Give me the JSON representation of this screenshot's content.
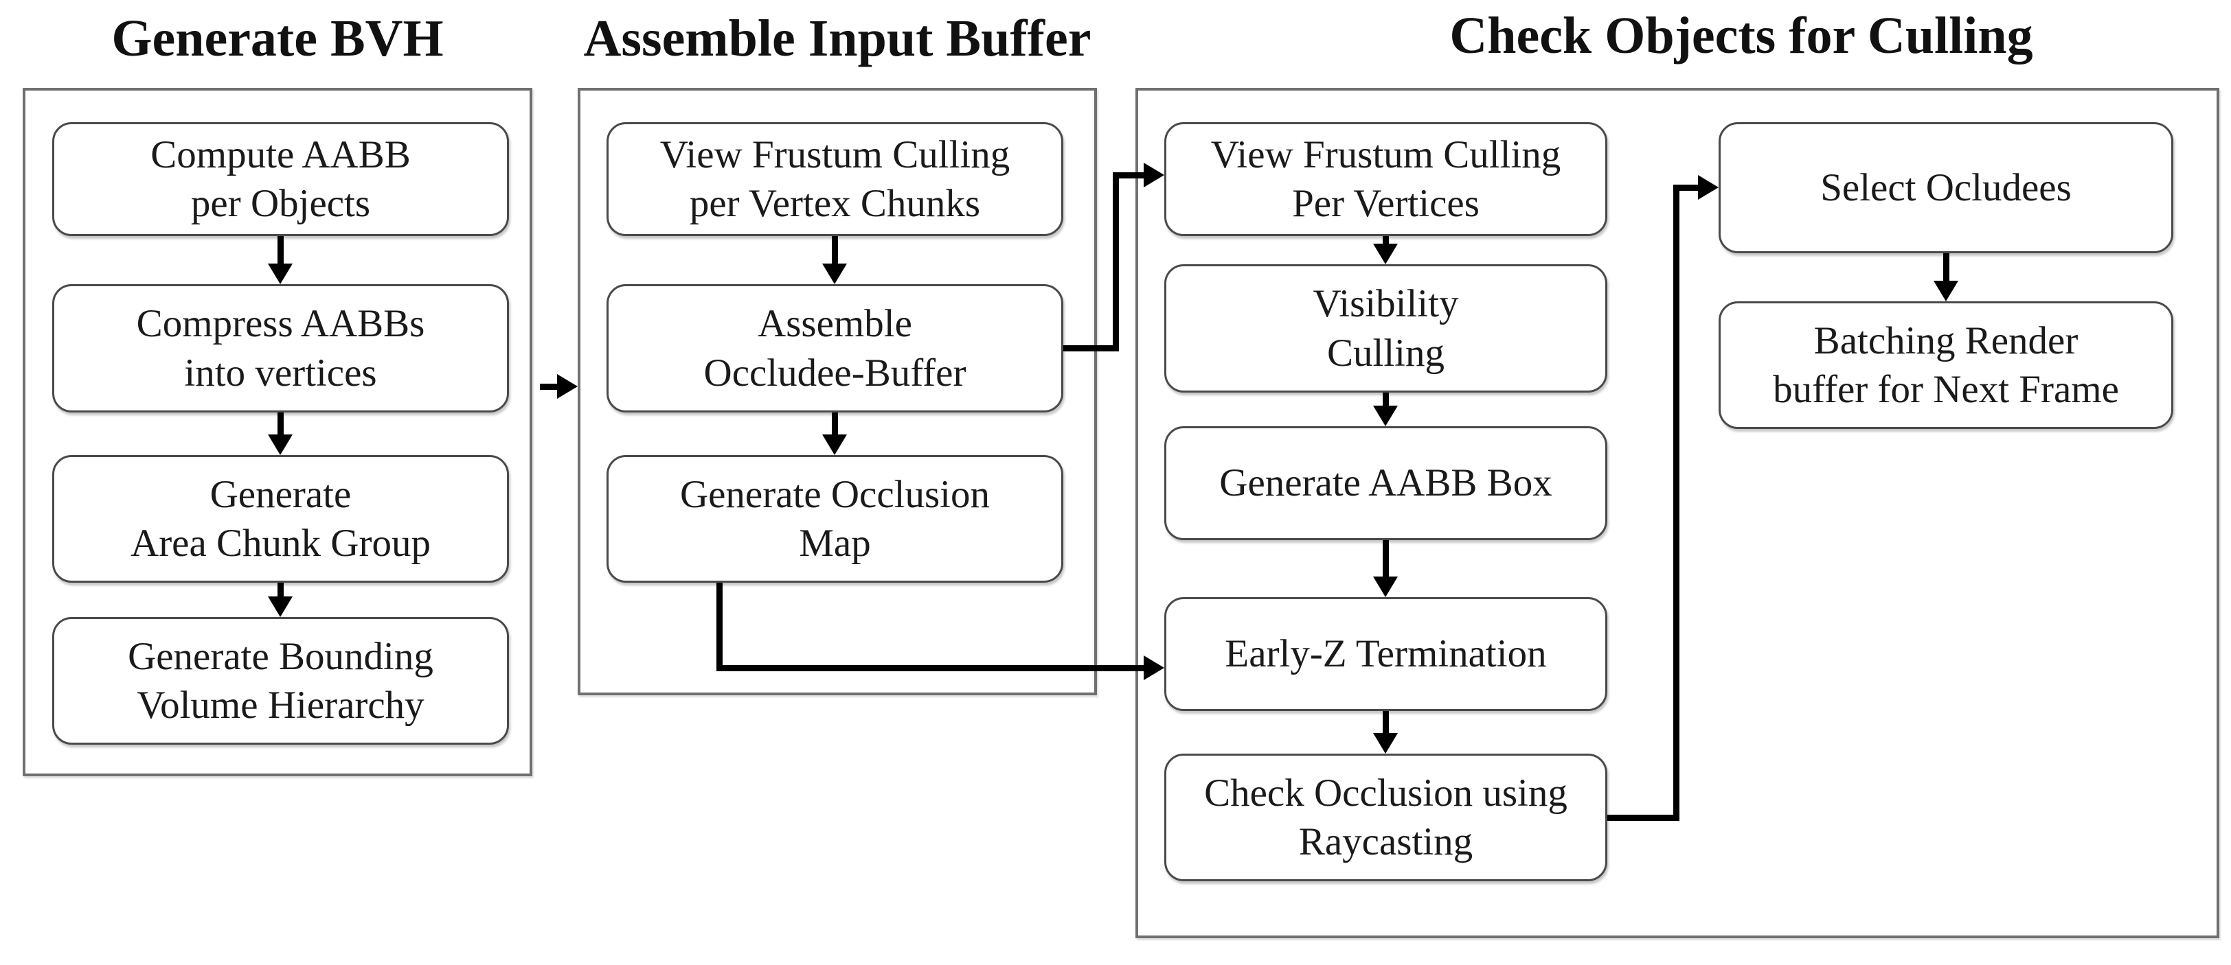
{
  "colors": {
    "background": "#ffffff",
    "container_border": "#707070",
    "node_border": "#4a4a4a",
    "text": "#111111",
    "arrow": "#000000"
  },
  "sections": [
    {
      "title": "Generate BVH",
      "boxes": [
        {
          "text": "Compute AABB\nper Objects"
        },
        {
          "text": "Compress AABBs\ninto vertices"
        },
        {
          "text": "Generate\nArea Chunk Group"
        },
        {
          "text": "Generate Bounding\nVolume Hierarchy"
        }
      ]
    },
    {
      "title": "Assemble Input Buffer",
      "boxes": [
        {
          "text": "View Frustum Culling\nper Vertex Chunks"
        },
        {
          "text": "Assemble\nOccludee-Buffer"
        },
        {
          "text": "Generate Occlusion\nMap"
        }
      ]
    },
    {
      "title": "Check Objects for Culling",
      "boxes": [
        {
          "text": "View Frustum Culling\nPer Vertices"
        },
        {
          "text": "Visibility\nCulling"
        },
        {
          "text": "Generate AABB Box"
        },
        {
          "text": "Early-Z Termination"
        },
        {
          "text": "Check Occlusion using\nRaycasting"
        },
        {
          "text": "Select Ocludees"
        },
        {
          "text": "Batching Render\nbuffer for Next Frame"
        }
      ]
    }
  ],
  "edges": [
    {
      "from": "Compute AABB per Objects",
      "to": "Compress AABBs into vertices"
    },
    {
      "from": "Compress AABBs into vertices",
      "to": "Generate Area Chunk Group"
    },
    {
      "from": "Generate Area Chunk Group",
      "to": "Generate Bounding Volume Hierarchy"
    },
    {
      "from": "Generate BVH",
      "to": "Assemble Input Buffer"
    },
    {
      "from": "View Frustum Culling per Vertex Chunks",
      "to": "Assemble Occludee-Buffer"
    },
    {
      "from": "Assemble Occludee-Buffer",
      "to": "Generate Occlusion Map"
    },
    {
      "from": "Assemble Occludee-Buffer",
      "to": "View Frustum Culling Per Vertices"
    },
    {
      "from": "Generate Occlusion Map",
      "to": "Early-Z Termination"
    },
    {
      "from": "View Frustum Culling Per Vertices",
      "to": "Visibility Culling"
    },
    {
      "from": "Visibility Culling",
      "to": "Generate AABB Box"
    },
    {
      "from": "Generate AABB Box",
      "to": "Early-Z Termination"
    },
    {
      "from": "Early-Z Termination",
      "to": "Check Occlusion using Raycasting"
    },
    {
      "from": "Check Occlusion using Raycasting",
      "to": "Select Ocludees"
    },
    {
      "from": "Select Ocludees",
      "to": "Batching Render buffer for Next Frame"
    }
  ]
}
